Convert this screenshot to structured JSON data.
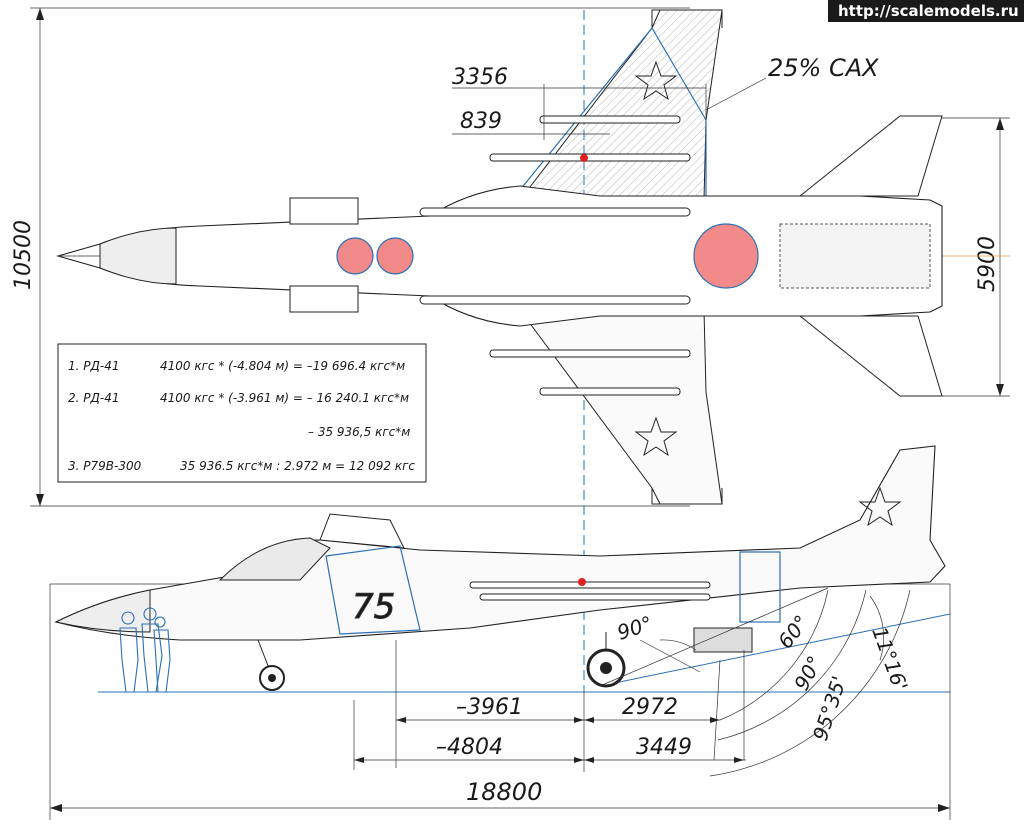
{
  "watermark": "http://scalemodels.ru",
  "top_view": {
    "span": "10500",
    "height": "5900",
    "arm_3356": "3356",
    "arm_839": "839",
    "mac_label": "25% САХ"
  },
  "calculations": {
    "row1": {
      "label": "1. РД-41",
      "formula": "4100 кгс * (-4.804 м) = –19 696.4 кгс*м"
    },
    "row2": {
      "label": "2. РД-41",
      "formula": "4100 кгс * (-3.961 м) = – 16 240.1 кгс*м"
    },
    "row3": {
      "label": "",
      "formula": "– 35 936,5 кгс*м"
    },
    "row4": {
      "label": "3. Р79В-300",
      "formula": "35 936.5 кгс*м : 2.972 м = 12 092 кгс"
    }
  },
  "side_view": {
    "tail_number": "75",
    "length": "18800",
    "dim_m3961": "–3961",
    "dim_2972": "2972",
    "dim_m4804": "–4804",
    "dim_3449": "3449",
    "angle_90_nozzle": "90°",
    "angle_60": "60°",
    "angle_90": "90°",
    "angle_95": "95°35'",
    "angle_11": "11°16'"
  },
  "colors": {
    "line": "#222222",
    "blue": "#2a6fb5",
    "red_marker": "#f28a8a",
    "hatch": "#bcbcbc",
    "orange_axis": "#e0a040"
  }
}
